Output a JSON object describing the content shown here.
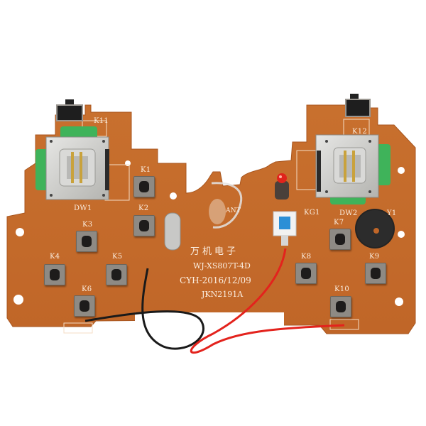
{
  "image": {
    "subject": "Remote controller PCB with two analog joysticks",
    "background_color": "#ffffff",
    "board_color": "#c46a2a",
    "silkscreen_color": "#fbeee0"
  },
  "silkscreen": {
    "brand_chinese": "万机电子",
    "model": "WJ-XS807T-4D",
    "date_code": "CYH-2016/12/09",
    "part_no": "JKN2191A",
    "antenna_label": "ANT"
  },
  "components": {
    "joysticks": [
      {
        "label": "DW1"
      },
      {
        "label": "DW2"
      }
    ],
    "shoulder_buttons": [
      {
        "label": "K11"
      },
      {
        "label": "K12"
      }
    ],
    "buttons": [
      {
        "label": "K1"
      },
      {
        "label": "K2"
      },
      {
        "label": "K3"
      },
      {
        "label": "K4"
      },
      {
        "label": "K5"
      },
      {
        "label": "K6"
      },
      {
        "label": "K7"
      },
      {
        "label": "K8"
      },
      {
        "label": "K9"
      },
      {
        "label": "K10"
      }
    ],
    "power_switch": {
      "label": "KG1",
      "color": "#2b8fd6"
    },
    "buzzer": {
      "label": "Y1"
    },
    "led": {
      "color": "#e0241c"
    },
    "wires": [
      {
        "color": "#e3231d",
        "name": "red"
      },
      {
        "color": "#1a1a1a",
        "name": "black"
      }
    ]
  }
}
